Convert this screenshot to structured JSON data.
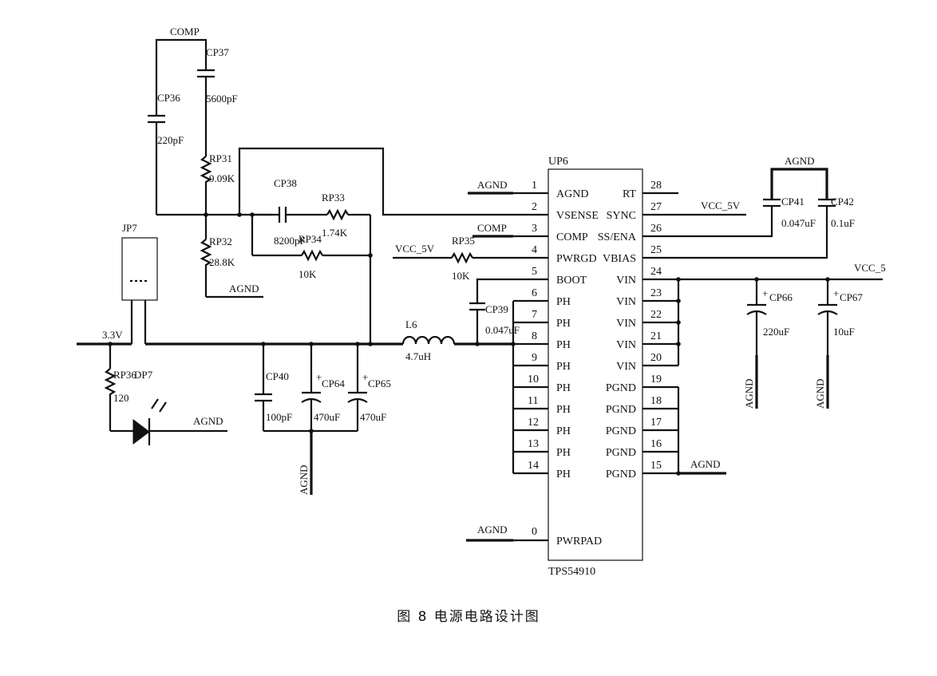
{
  "caption": "图 8 电源电路设计图",
  "ic": {
    "ref": "UP6",
    "part": "TPS54910",
    "left_pins": [
      {
        "num": "1",
        "name": "AGND"
      },
      {
        "num": "2",
        "name": "VSENSE"
      },
      {
        "num": "3",
        "name": "COMP"
      },
      {
        "num": "4",
        "name": "PWRGD"
      },
      {
        "num": "5",
        "name": "BOOT"
      },
      {
        "num": "6",
        "name": "PH"
      },
      {
        "num": "7",
        "name": "PH"
      },
      {
        "num": "8",
        "name": "PH"
      },
      {
        "num": "9",
        "name": "PH"
      },
      {
        "num": "10",
        "name": "PH"
      },
      {
        "num": "11",
        "name": "PH"
      },
      {
        "num": "12",
        "name": "PH"
      },
      {
        "num": "13",
        "name": "PH"
      },
      {
        "num": "14",
        "name": "PH"
      }
    ],
    "right_pins": [
      {
        "num": "28",
        "name": "RT"
      },
      {
        "num": "27",
        "name": "SYNC"
      },
      {
        "num": "26",
        "name": "SS/ENA"
      },
      {
        "num": "25",
        "name": "VBIAS"
      },
      {
        "num": "24",
        "name": "VIN"
      },
      {
        "num": "23",
        "name": "VIN"
      },
      {
        "num": "22",
        "name": "VIN"
      },
      {
        "num": "21",
        "name": "VIN"
      },
      {
        "num": "20",
        "name": "VIN"
      },
      {
        "num": "19",
        "name": "PGND"
      },
      {
        "num": "18",
        "name": "PGND"
      },
      {
        "num": "17",
        "name": "PGND"
      },
      {
        "num": "16",
        "name": "PGND"
      },
      {
        "num": "15",
        "name": "PGND"
      }
    ],
    "pad_pin": {
      "num": "0",
      "name": "PWRPAD"
    }
  },
  "nets": {
    "comp": "COMP",
    "agnd": "AGND",
    "vcc5v": "VCC_5V",
    "vcc5": "VCC_5",
    "v33": "3.3V"
  },
  "parts": {
    "cp36": {
      "ref": "CP36",
      "value": "220pF"
    },
    "cp37": {
      "ref": "CP37",
      "value": "5600pF"
    },
    "cp38": {
      "ref": "CP38",
      "value": "8200pF"
    },
    "cp39": {
      "ref": "CP39",
      "value": "0.047uF"
    },
    "cp40": {
      "ref": "CP40",
      "value": "100pF"
    },
    "cp41": {
      "ref": "CP41",
      "value": "0.047uF"
    },
    "cp42": {
      "ref": "CP42",
      "value": "0.1uF"
    },
    "cp64": {
      "ref": "CP64",
      "value": "470uF"
    },
    "cp65": {
      "ref": "CP65",
      "value": "470uF"
    },
    "cp66": {
      "ref": "CP66",
      "value": "220uF"
    },
    "cp67": {
      "ref": "CP67",
      "value": "10uF"
    },
    "rp31": {
      "ref": "RP31",
      "value": "9.09K"
    },
    "rp32": {
      "ref": "RP32",
      "value": "28.8K"
    },
    "rp33": {
      "ref": "RP33",
      "value": "1.74K"
    },
    "rp34": {
      "ref": "RP34",
      "value": "10K"
    },
    "rp35": {
      "ref": "RP35",
      "value": "10K"
    },
    "rp36": {
      "ref": "RP36",
      "value": "120"
    },
    "l6": {
      "ref": "L6",
      "value": "4.7uH"
    },
    "jp7": {
      "ref": "JP7"
    },
    "dp7": {
      "ref": "DP7"
    }
  }
}
